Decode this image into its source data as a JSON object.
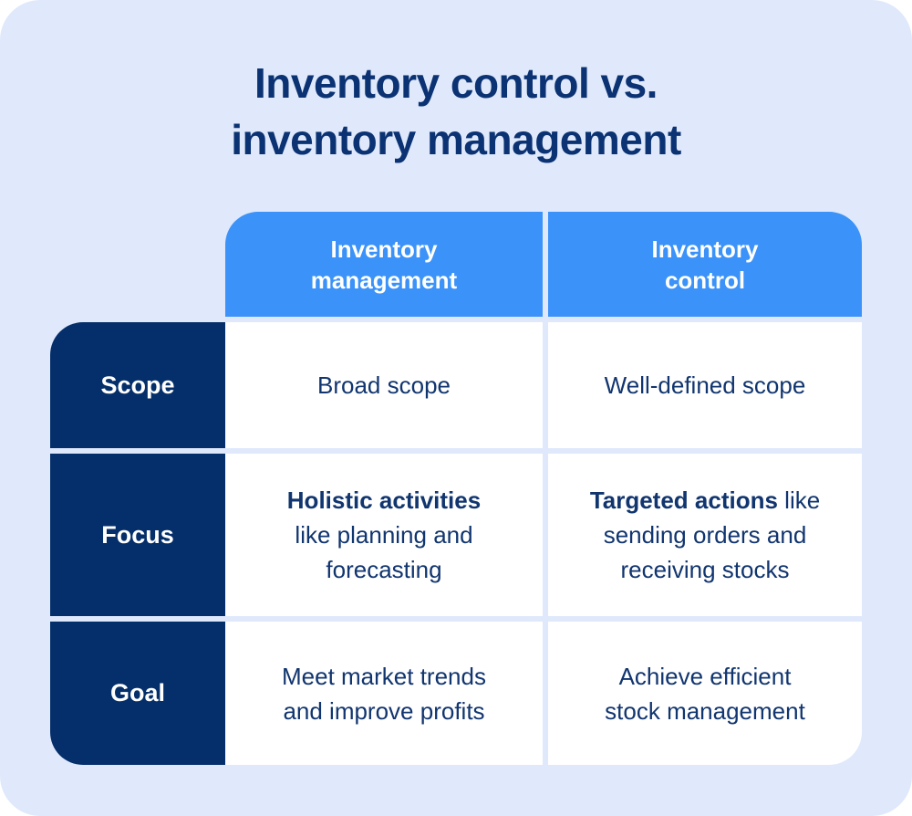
{
  "title": {
    "line1": "Inventory control vs.",
    "line2": "inventory management"
  },
  "table": {
    "column_headers": {
      "management": {
        "line1": "Inventory",
        "line2": "management"
      },
      "control": {
        "line1": "Inventory",
        "line2": "control"
      }
    },
    "row_headers": {
      "scope": "Scope",
      "focus": "Focus",
      "goal": "Goal"
    },
    "cells": {
      "scope_management": {
        "line1": "Broad scope"
      },
      "scope_control": {
        "line1": "Well-defined scope"
      },
      "focus_management": {
        "line1_bold": "Holistic activities",
        "line2": "like planning and",
        "line3": "forecasting"
      },
      "focus_control": {
        "line1_bold": "Targeted actions",
        "line1_rest": " like",
        "line2": "sending orders and",
        "line3": "receiving stocks"
      },
      "goal_management": {
        "line1": "Meet market trends",
        "line2": "and improve profits"
      },
      "goal_control": {
        "line1": "Achieve efficient",
        "line2": "stock management"
      }
    }
  },
  "colors": {
    "canvas_background": "#dfe9fb",
    "column_header_blue": "#3b92f8",
    "row_header_navy": "#052f6a",
    "title_text": "#0b3273",
    "cell_text": "#11356f",
    "cell_background": "#ffffff",
    "header_text": "#ffffff"
  }
}
